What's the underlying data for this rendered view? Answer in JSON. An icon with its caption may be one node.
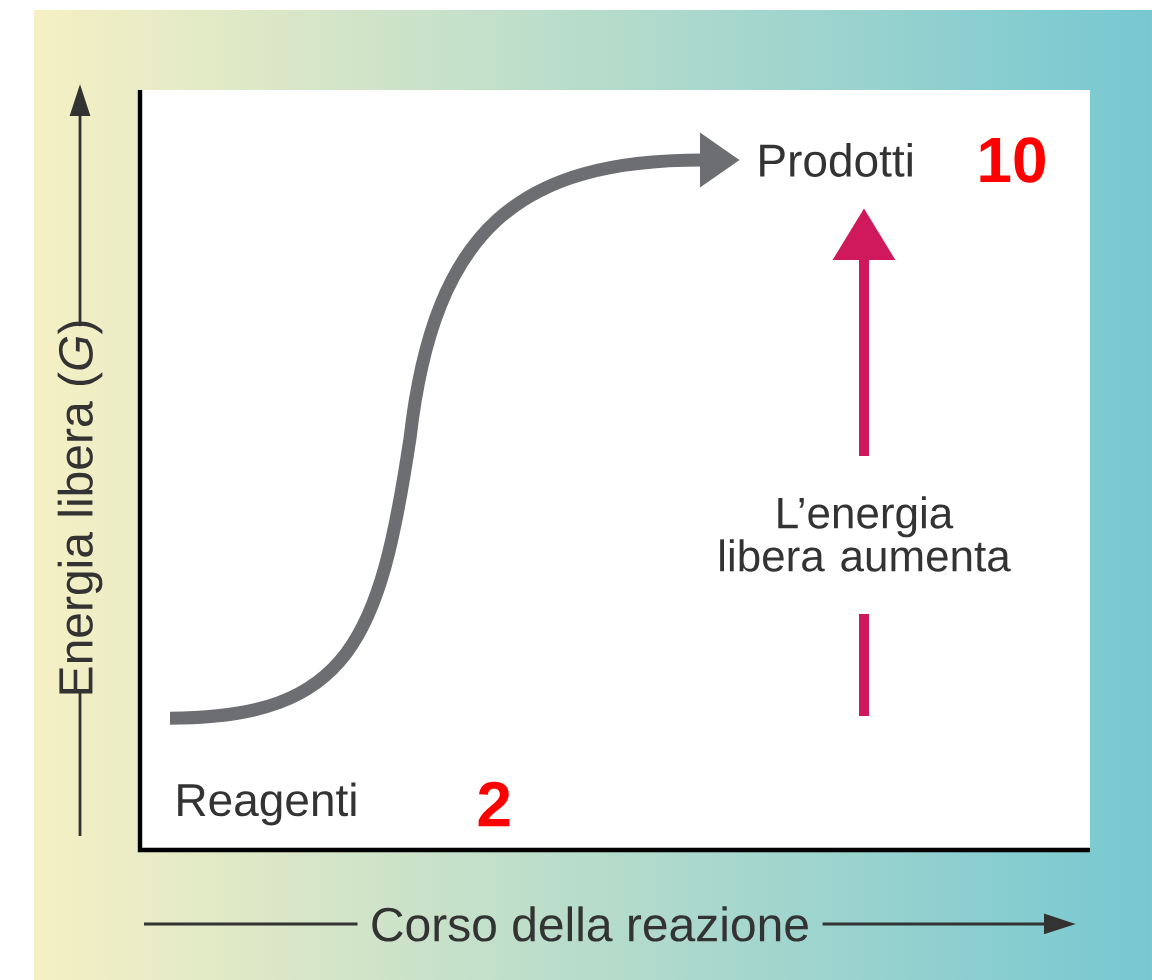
{
  "diagram": {
    "nodes": [
      {
        "text": [
          "Reagenti"
        ]
      },
      {
        "text": [
          "Prodotti"
        ]
      }
    ],
    "edges": [
      {
        "from": 0,
        "to": 1,
        "arrow": "to"
      }
    ],
    "labels": [
      "Energia libera (*G*)",
      "10",
      "L’energia libera aumenta",
      "2",
      "Corso della reazione"
    ]
  }
}
